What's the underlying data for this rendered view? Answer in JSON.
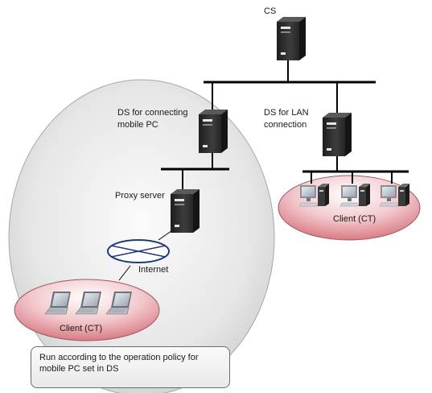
{
  "labels": {
    "cs": "CS",
    "ds_mobile_line1": "DS for connecting",
    "ds_mobile_line2": "mobile PC",
    "ds_lan_line1": "DS for LAN",
    "ds_lan_line2": "connection",
    "proxy": "Proxy server",
    "internet": "Internet",
    "client_lan": "Client (CT)",
    "client_mobile": "Client (CT)"
  },
  "note": {
    "line1": "Run according to the operation policy for",
    "line2": "mobile PC set in DS"
  },
  "icons": [
    "server-icon",
    "desktop-pc-icon",
    "laptop-icon",
    "internet-cloud-icon"
  ],
  "colors": {
    "server_body": "#2f2f2f",
    "line": "#000000",
    "internet_ellipse": "#1f3a7a",
    "client_zone": "#e8a3a9",
    "mobile_zone": "#d8d8d8"
  }
}
